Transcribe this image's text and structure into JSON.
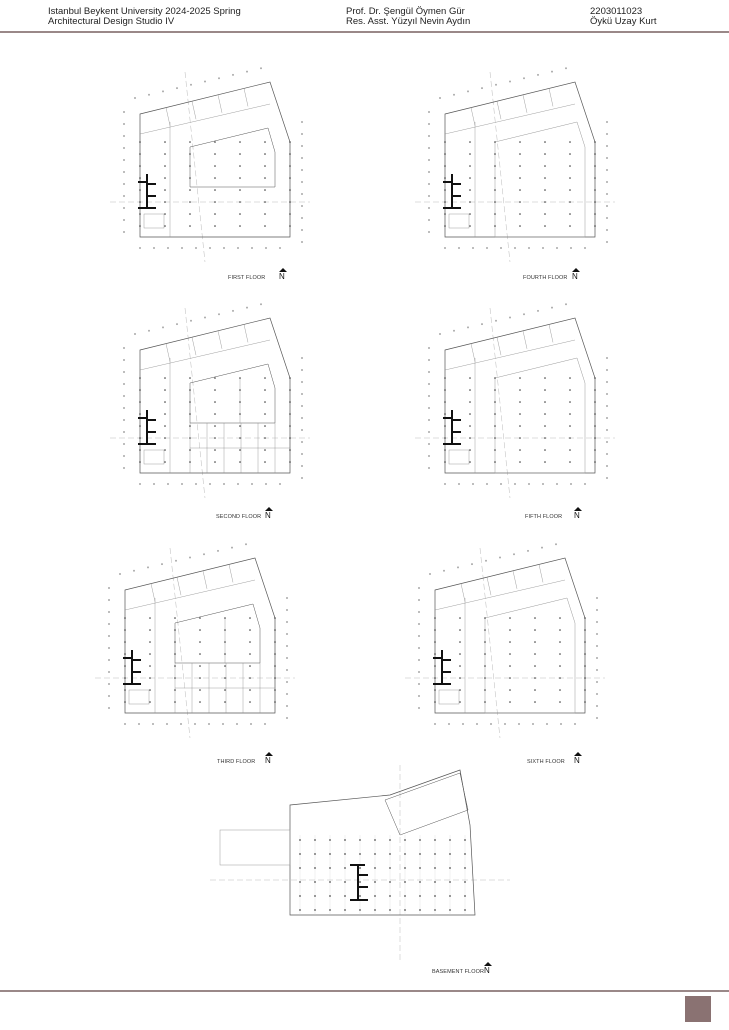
{
  "header": {
    "university": "Istanbul Beykent University 2024-2025 Spring",
    "course": "Architectural Design Studio IV",
    "instructor": "Prof. Dr. Şengül Öymen Gür",
    "assistant": "Res. Asst. Yüzyıl Nevin Aydın",
    "student_id": "2203011023",
    "student_name": "Öykü Uzay Kurt"
  },
  "colors": {
    "accent": "#8a7272",
    "rule": "#9a8888",
    "line": "#555555"
  },
  "plans": [
    {
      "label": "FIRST FLOOR",
      "north": "N",
      "variant": "first"
    },
    {
      "label": "FOURTH FLOOR",
      "north": "N",
      "variant": "upper"
    },
    {
      "label": "SECOND FLOOR",
      "north": "N",
      "variant": "lower"
    },
    {
      "label": "FIFTH FLOOR",
      "north": "N",
      "variant": "upper"
    },
    {
      "label": "THIRD FLOOR",
      "north": "N",
      "variant": "lower"
    },
    {
      "label": "SIXTH FLOOR",
      "north": "N",
      "variant": "upper"
    },
    {
      "label": "BASEMENT FLOOR",
      "north": "N",
      "variant": "basement"
    }
  ]
}
